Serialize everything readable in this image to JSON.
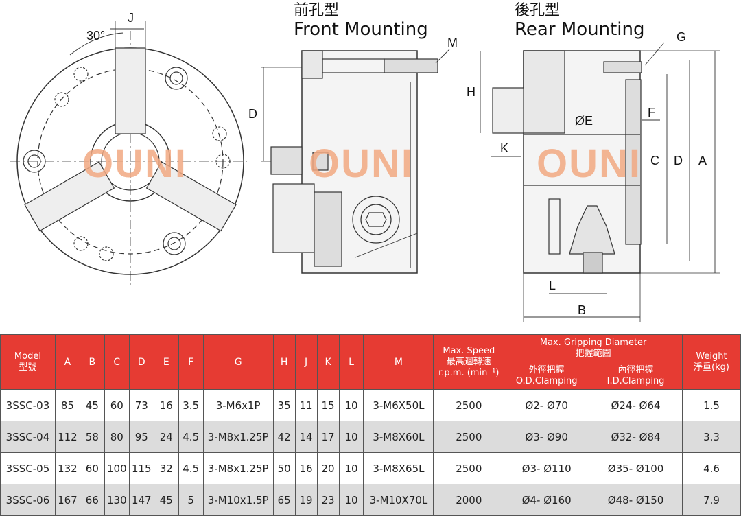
{
  "captions": {
    "front_cn": "前孔型",
    "front_en": "Front Mounting",
    "rear_cn": "後孔型",
    "rear_en": "Rear Mounting"
  },
  "watermark": "OUNI",
  "dimension_labels": {
    "angle": "30°",
    "J": "J",
    "M": "M",
    "G": "G",
    "D": "D",
    "H": "H",
    "E": "ØE",
    "F": "F",
    "K": "K",
    "C": "C",
    "A": "A",
    "L": "L",
    "B": "B"
  },
  "table": {
    "headers": {
      "model": "Model",
      "model_cn": "型號",
      "A": "A",
      "B": "B",
      "C": "C",
      "D": "D",
      "E": "E",
      "F": "F",
      "G": "G",
      "H": "H",
      "J": "J",
      "K": "K",
      "L": "L",
      "M": "M",
      "speed": "Max. Speed",
      "speed_cn": "最高迴轉速",
      "speed_unit": "r.p.m. (min⁻¹)",
      "grip": "Max. Gripping Diameter",
      "grip_cn": "把握範圍",
      "od_cn": "外徑把握",
      "od": "O.D.Clamping",
      "id_cn": "內徑把握",
      "id": "I.D.Clamping",
      "weight": "Weight",
      "weight_cn": "淨重(kg)"
    },
    "rows": [
      {
        "model": "3SSC-03",
        "A": "85",
        "B": "45",
        "C": "60",
        "D": "73",
        "E": "16",
        "F": "3.5",
        "G": "3-M6x1P",
        "H": "35",
        "J": "11",
        "K": "15",
        "L": "10",
        "M": "3-M6X50L",
        "speed": "2500",
        "od": "Ø2- Ø70",
        "id": "Ø24- Ø64",
        "weight": "1.5"
      },
      {
        "model": "3SSC-04",
        "A": "112",
        "B": "58",
        "C": "80",
        "D": "95",
        "E": "24",
        "F": "4.5",
        "G": "3-M8x1.25P",
        "H": "42",
        "J": "14",
        "K": "17",
        "L": "10",
        "M": "3-M8X60L",
        "speed": "2500",
        "od": "Ø3- Ø90",
        "id": "Ø32- Ø84",
        "weight": "3.3"
      },
      {
        "model": "3SSC-05",
        "A": "132",
        "B": "60",
        "C": "100",
        "D": "115",
        "E": "32",
        "F": "4.5",
        "G": "3-M8x1.25P",
        "H": "50",
        "J": "16",
        "K": "20",
        "L": "10",
        "M": "3-M8X65L",
        "speed": "2500",
        "od": "Ø3- Ø110",
        "id": "Ø35- Ø100",
        "weight": "4.6"
      },
      {
        "model": "3SSC-06",
        "A": "167",
        "B": "66",
        "C": "130",
        "D": "147",
        "E": "45",
        "F": "5",
        "G": "3-M10x1.5P",
        "H": "65",
        "J": "19",
        "K": "23",
        "L": "10",
        "M": "3-M10X70L",
        "speed": "2000",
        "od": "Ø4- Ø160",
        "id": "Ø48- Ø150",
        "weight": "7.9"
      }
    ]
  }
}
